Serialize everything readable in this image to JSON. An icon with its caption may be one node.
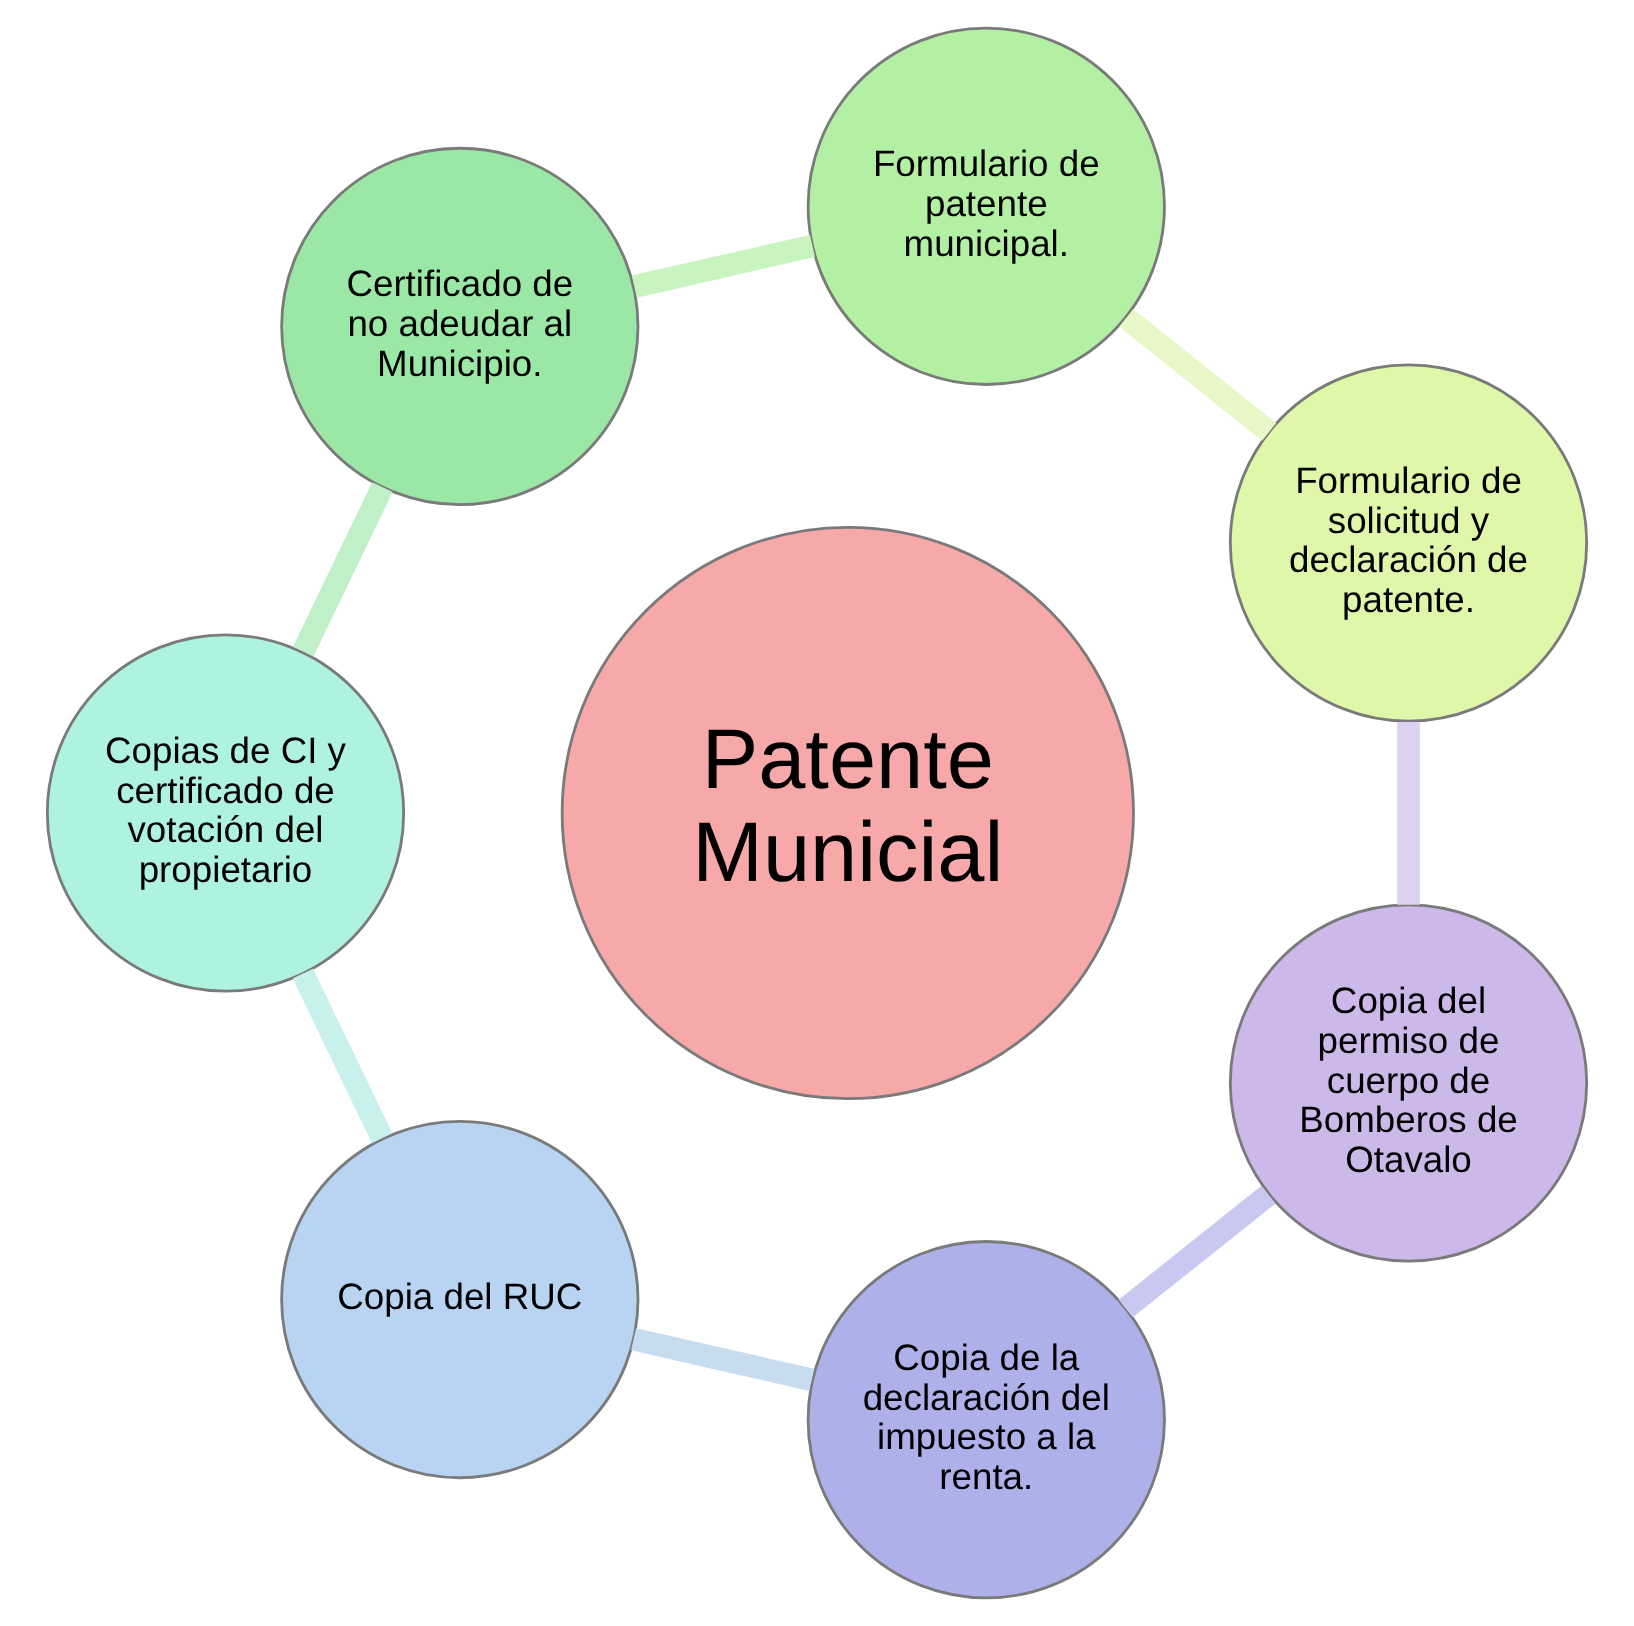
{
  "diagram": {
    "nodes": [
      {
        "text": [
          "Patente Municial"
        ]
      },
      {
        "text": [
          "Formulario de solicitud y declaración de patente."
        ]
      },
      {
        "text": [
          "Formulario de patente municipal."
        ]
      },
      {
        "text": [
          "Certificado de no adeudar al Municipio."
        ]
      },
      {
        "text": [
          "Copias de CI y certificado de votación del propietario"
        ]
      },
      {
        "text": [
          "Copia del RUC"
        ]
      },
      {
        "text": [
          "Copia de la declaración del impuesto a la renta."
        ]
      },
      {
        "text": [
          "Copia del permiso de cuerpo de Bomberos de Otavalo"
        ]
      }
    ],
    "edges": [
      {
        "from": 1,
        "to": 2,
        "arrow": "none"
      },
      {
        "from": 2,
        "to": 3,
        "arrow": "none"
      },
      {
        "from": 3,
        "to": 4,
        "arrow": "none"
      },
      {
        "from": 4,
        "to": 5,
        "arrow": "none"
      },
      {
        "from": 5,
        "to": 6,
        "arrow": "none"
      },
      {
        "from": 6,
        "to": 7,
        "arrow": "none"
      },
      {
        "from": 7,
        "to": 1,
        "arrow": "none"
      }
    ]
  }
}
